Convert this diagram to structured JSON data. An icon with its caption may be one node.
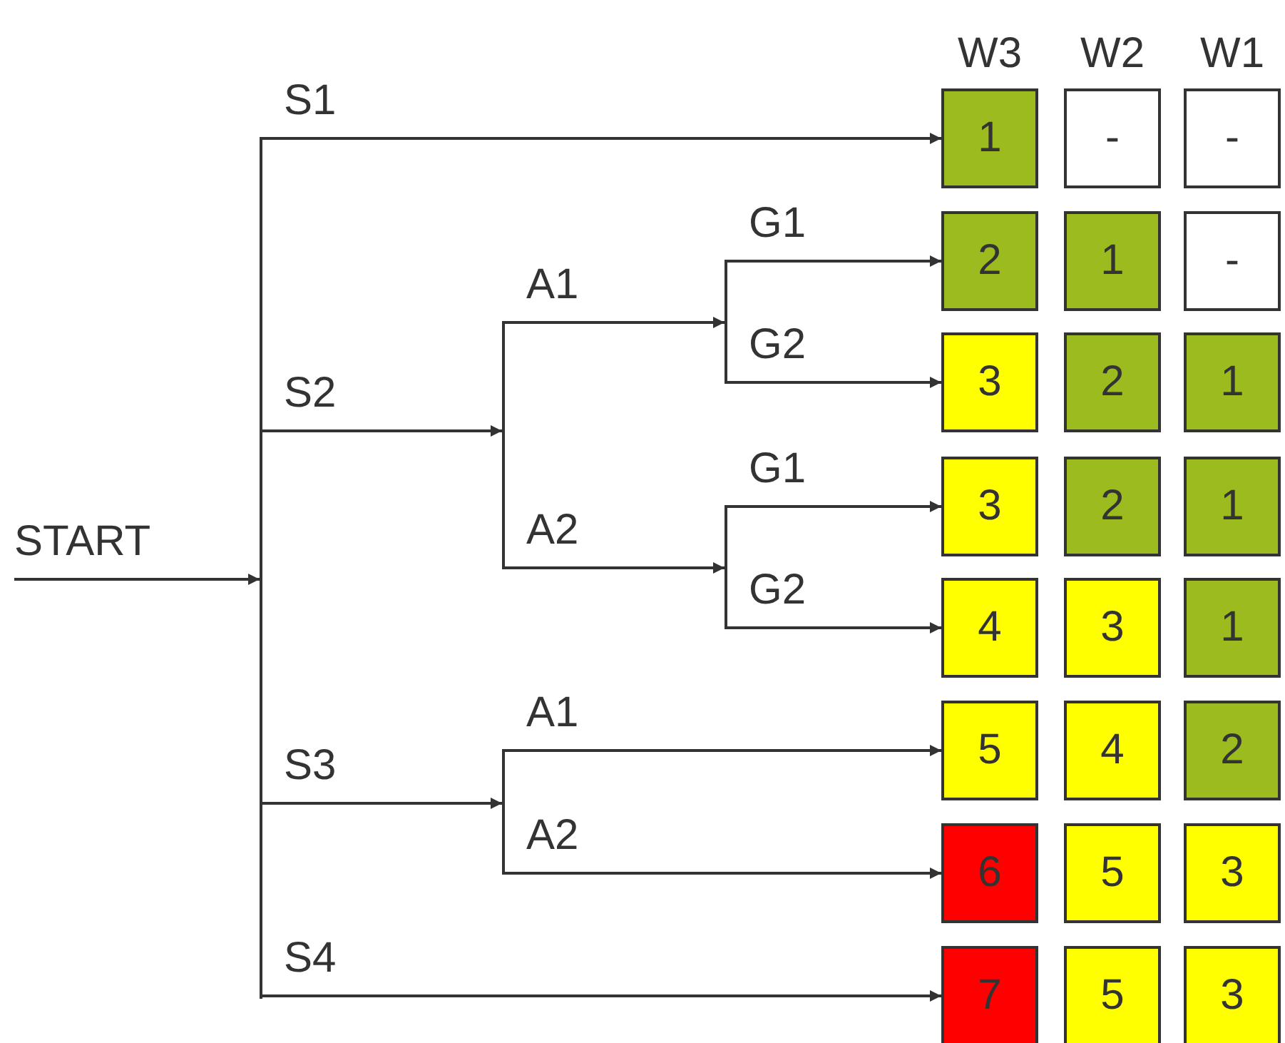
{
  "diagram": {
    "nodes": [
      {
        "text": [],
        "shape": "bar"
      },
      {
        "text": [],
        "shape": "bar"
      },
      {
        "text": [],
        "shape": "bar"
      },
      {
        "text": [],
        "shape": "bar"
      },
      {
        "text": [],
        "shape": "bar"
      },
      {
        "text": [
          "1"
        ]
      },
      {
        "text": [
          "-"
        ]
      },
      {
        "text": [
          "-"
        ]
      },
      {
        "text": [
          "2"
        ]
      },
      {
        "text": [
          "1"
        ]
      },
      {
        "text": [
          "-"
        ]
      },
      {
        "text": [
          "3"
        ]
      },
      {
        "text": [
          "2"
        ]
      },
      {
        "text": [
          "1"
        ]
      },
      {
        "text": [
          "3"
        ]
      },
      {
        "text": [
          "2"
        ]
      },
      {
        "text": [
          "1"
        ]
      },
      {
        "text": [
          "4"
        ]
      },
      {
        "text": [
          "3"
        ]
      },
      {
        "text": [
          "1"
        ]
      },
      {
        "text": [
          "5"
        ]
      },
      {
        "text": [
          "4"
        ]
      },
      {
        "text": [
          "2"
        ]
      },
      {
        "text": [
          "6"
        ]
      },
      {
        "text": [
          "5"
        ]
      },
      {
        "text": [
          "3"
        ]
      },
      {
        "text": [
          "7"
        ]
      },
      {
        "text": [
          "5"
        ]
      },
      {
        "text": [
          "3"
        ]
      }
    ],
    "edges": [
      {
        "from": null,
        "to": 0,
        "arrow": "to",
        "label": "START"
      },
      {
        "from": 0,
        "to": 5,
        "arrow": "to",
        "label": "S1"
      },
      {
        "from": 0,
        "to": 1,
        "arrow": "to",
        "label": "S2"
      },
      {
        "from": 1,
        "to": 2,
        "arrow": "to",
        "label": "A1"
      },
      {
        "from": 2,
        "to": 8,
        "arrow": "to",
        "label": "G1"
      },
      {
        "from": 2,
        "to": 11,
        "arrow": "to",
        "label": "G2"
      },
      {
        "from": 1,
        "to": 3,
        "arrow": "to",
        "label": "A2"
      },
      {
        "from": 3,
        "to": 14,
        "arrow": "to",
        "label": "G1"
      },
      {
        "from": 3,
        "to": 17,
        "arrow": "to",
        "label": "G2"
      },
      {
        "from": 0,
        "to": 4,
        "arrow": "to",
        "label": "S3"
      },
      {
        "from": 4,
        "to": 20,
        "arrow": "to",
        "label": "A1"
      },
      {
        "from": 4,
        "to": 23,
        "arrow": "to",
        "label": "A2"
      },
      {
        "from": 0,
        "to": 26,
        "arrow": "to",
        "label": "S4"
      }
    ],
    "labels": [
      "W3",
      "W2",
      "W1"
    ]
  }
}
